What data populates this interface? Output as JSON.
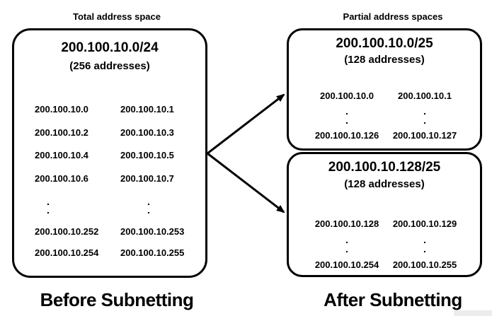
{
  "diagram": {
    "top_labels": {
      "total": "Total address space",
      "partial": "Partial address spaces"
    },
    "bottom_labels": {
      "before": "Before Subnetting",
      "after": "After Subnetting"
    },
    "dot": ".",
    "before_box": {
      "title": "200.100.10.0/24",
      "subtitle": "(256 addresses)",
      "rows": [
        {
          "col1": "200.100.10.0",
          "col2": "200.100.10.1"
        },
        {
          "col1": "200.100.10.2",
          "col2": "200.100.10.3"
        },
        {
          "col1": "200.100.10.4",
          "col2": "200.100.10.5"
        },
        {
          "col1": "200.100.10.6",
          "col2": "200.100.10.7"
        }
      ],
      "tail_rows": [
        {
          "col1": "200.100.10.252",
          "col2": "200.100.10.253"
        },
        {
          "col1": "200.100.10.254",
          "col2": "200.100.10.255"
        }
      ]
    },
    "subnet1_box": {
      "title": "200.100.10.0/25",
      "subtitle": "(128 addresses)",
      "first_row": {
        "col1": "200.100.10.0",
        "col2": "200.100.10.1"
      },
      "last_row": {
        "col1": "200.100.10.126",
        "col2": "200.100.10.127"
      }
    },
    "subnet2_box": {
      "title": "200.100.10.128/25",
      "subtitle": "(128 addresses)",
      "first_row": {
        "col1": "200.100.10.128",
        "col2": "200.100.10.129"
      },
      "last_row": {
        "col1": "200.100.10.254",
        "col2": "200.100.10.255"
      }
    },
    "colors": {
      "line": "#000000",
      "background": "#ffffff",
      "artifact": "#ececec"
    }
  }
}
